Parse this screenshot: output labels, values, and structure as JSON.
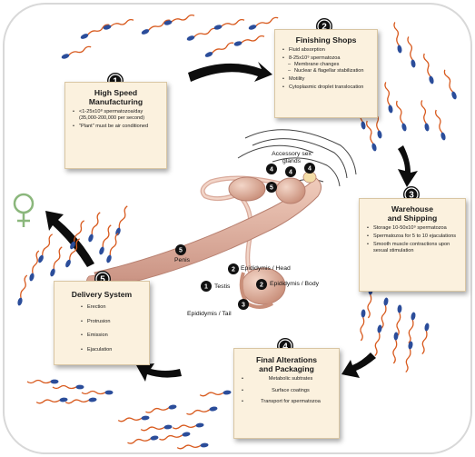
{
  "colors": {
    "box_fill": "#fbf1de",
    "sperm_head": "#2b4d9a",
    "sperm_tail": "#d85a1e",
    "tissue": "#e6b9a7",
    "venus_symbol": "#8bb77c",
    "arrow": "#0d0d0d"
  },
  "stages": [
    {
      "number": "1",
      "title_lines": [
        "High Speed",
        "Manufacturing"
      ],
      "bullets": [
        "<1-25x10⁸ spermatozoa/day (35,000-200,000 per second)",
        "\"Plant\" must be air conditioned"
      ]
    },
    {
      "number": "2",
      "title_lines": [
        "Finishing Shops"
      ],
      "bullets": [
        "Fluid absorption",
        "8-25x10⁹ spermatozoa",
        "Motility",
        "Cytoplasmic droplet translocation"
      ],
      "sub_bullets": [
        "Membrane changes",
        "Nuclear & flagellar stabilization"
      ]
    },
    {
      "number": "3",
      "title_lines": [
        "Warehouse",
        "and Shipping"
      ],
      "bullets": [
        "Storage 10-50x10⁹ spermatozoa",
        "Spermatozoa for 5 to 10 ejaculations",
        "Smooth muscle contractions upon sexual stimulation"
      ]
    },
    {
      "number": "4",
      "title_lines": [
        "Final Alterations",
        "and Packaging"
      ],
      "bullets": [
        "Metabolic subtrates",
        "Surface coatings",
        "Transport for spermatozoa"
      ]
    },
    {
      "number": "5",
      "title_lines": [
        "Delivery System"
      ],
      "bullets": [
        "Erection",
        "Protrusion",
        "Emission",
        "Ejaculation"
      ]
    }
  ],
  "anatomy": {
    "accessory_glands": "Accessory sex glands",
    "penis": "Penis",
    "testis": "Testis",
    "epididymis_head": "Epididymis / Head",
    "epididymis_body": "Epididymis / Body",
    "epididymis_tail": "Epididymis / Tail",
    "accessory_markers": [
      "4",
      "4",
      "4"
    ],
    "accessory_lower_marker": "5",
    "penis_marker": "5",
    "testis_marker": "1",
    "head_marker": "2",
    "body_marker": "2",
    "tail_marker": "3"
  },
  "female_symbol": "♀"
}
